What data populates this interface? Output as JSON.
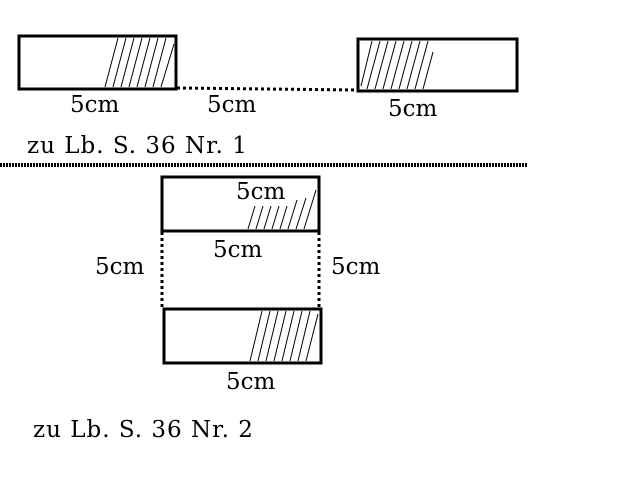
{
  "figure1": {
    "left_block_label": "5cm",
    "gap_label": "5cm",
    "right_block_label": "5cm",
    "caption": "zu Lb. S. 36 Nr. 1"
  },
  "figure2": {
    "top_block_label": "5cm",
    "top_block_bottom_label": "5cm",
    "left_gap_label": "5cm",
    "right_gap_label": "5cm",
    "bottom_block_label": "5cm",
    "caption": "zu Lb. S. 36 Nr. 2"
  }
}
